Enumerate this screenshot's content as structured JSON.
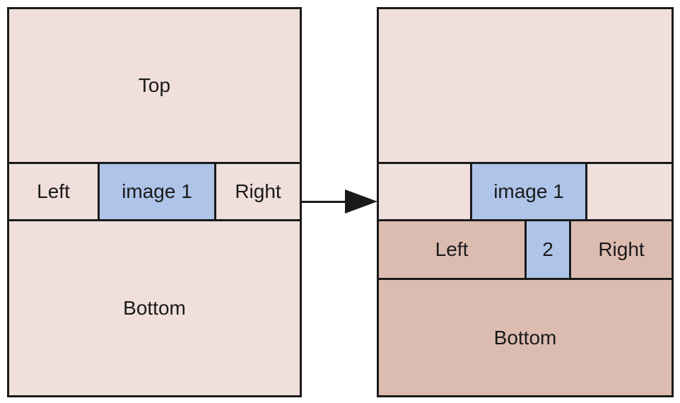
{
  "left_panel": {
    "top": "Top",
    "left": "Left",
    "image": "image 1",
    "right": "Right",
    "bottom": "Bottom"
  },
  "right_panel": {
    "image": "image 1",
    "left": "Left",
    "second": "2",
    "right": "Right",
    "bottom": "Bottom"
  },
  "colors": {
    "light": "#f0dfdb",
    "dark": "#dcbcb1",
    "blue": "#aec4e9",
    "stroke": "#1a1a1a"
  }
}
